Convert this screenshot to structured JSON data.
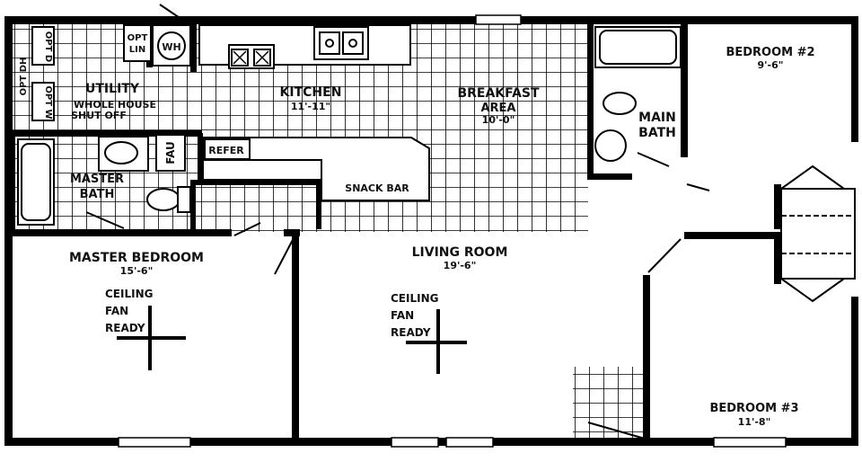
{
  "rooms": {
    "bedroom2": {
      "name": "BEDROOM #2",
      "dim": "9'-6\""
    },
    "bedroom3": {
      "name": "BEDROOM #3",
      "dim": "11'-8\""
    },
    "kitchen": {
      "name": "KITCHEN",
      "dim": "11'-11\""
    },
    "breakfast": {
      "name1": "BREAKFAST",
      "name2": "AREA",
      "dim": "10'-0\""
    },
    "main_bath": {
      "name1": "MAIN",
      "name2": "BATH"
    },
    "utility": {
      "name": "UTILITY"
    },
    "master_bath": {
      "name1": "MASTER",
      "name2": "BATH"
    },
    "master_bedroom": {
      "name": "MASTER BEDROOM",
      "dim": "15'-6\""
    },
    "living_room": {
      "name": "LIVING ROOM",
      "dim": "19'-6\""
    }
  },
  "labels": {
    "opt_d": "OPT D",
    "opt_w": "OPT W",
    "opt_dh": "OPT DH",
    "opt_lin": [
      "OPT",
      "LIN"
    ],
    "wh": "WH",
    "whole_house": "WHOLE HOUSE",
    "shut_off": "SHUT OFF",
    "fau": "FAU",
    "refer": "REFER",
    "snack_bar": "SNACK BAR"
  },
  "ceiling_fan": {
    "master": [
      "CEILING",
      "FAN",
      "READY"
    ],
    "living": [
      "CEILING",
      "FAN",
      "READY"
    ]
  }
}
